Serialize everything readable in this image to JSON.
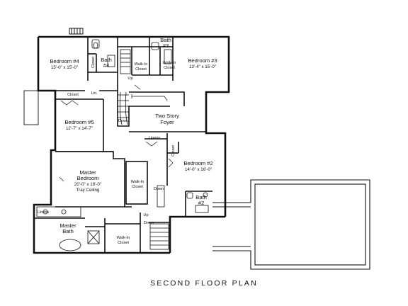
{
  "caption": "SECOND FLOOR PLAN",
  "rooms": {
    "bedroom4": {
      "name": "Bedroom #4",
      "dims": "15'-0\" x 15'-0\""
    },
    "bath4": {
      "line1": "Bath",
      "line2": "#4"
    },
    "closet_b4": "Closet",
    "bath3": {
      "line1": "Bath",
      "line2": "#3"
    },
    "walkin_b4": {
      "line1": "Walk-In",
      "line2": "Closet"
    },
    "walkin_b3": {
      "line1": "Walk-In",
      "line2": "Closet"
    },
    "bedroom3": {
      "name": "Bedroom #3",
      "dims": "13'-4\" x 15'-0\""
    },
    "closet_b5": "Closet",
    "linen_top": "Lin.",
    "bedroom5": {
      "name": "Bedroom #5",
      "dims": "12'-7\" x 14'-7\""
    },
    "foyer": {
      "line1": "Two Story",
      "line2": "Foyer"
    },
    "linens_hall": "Linens",
    "closet_b2": "Closet",
    "bedroom2": {
      "name": "Bedroom #2",
      "dims": "14'-0\" x 16'-0\""
    },
    "master_bedroom": {
      "line1": "Master",
      "line2": "Bedroom",
      "line3": "20'-0\" x 16'-0\"",
      "line4": "Tray Ceiling"
    },
    "walkin_master": {
      "line1": "Walk-In",
      "line2": "Closet"
    },
    "bath2": {
      "line1": "Bath",
      "line2": "#2"
    },
    "linens_master": "Linens",
    "master_bath": {
      "line1": "Master",
      "line2": "Bath"
    },
    "walkin_bath": {
      "line1": "Walk-In",
      "line2": "Closet"
    }
  },
  "stairs": {
    "up_top": "Up",
    "down_top": "Down",
    "down_mid": "Down",
    "up_bottom": "Up",
    "down_bottom": "Down"
  }
}
